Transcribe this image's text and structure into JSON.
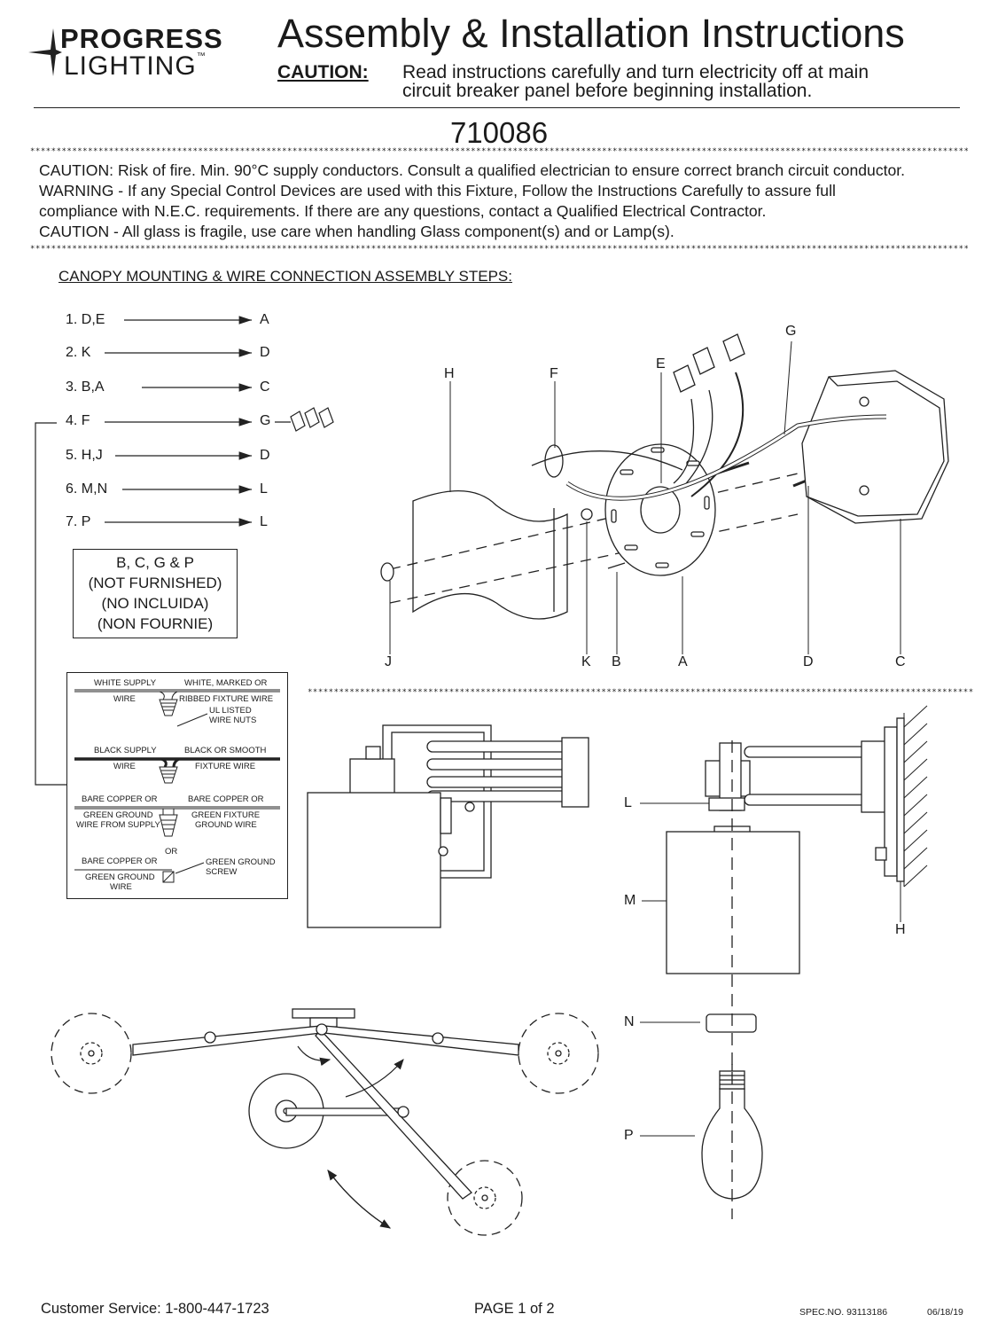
{
  "header": {
    "logo_line1": "PROGRESS",
    "logo_line2": "LIGHTING",
    "logo_tm": "™",
    "title": "Assembly & Installation Instructions",
    "caution_label": "CAUTION:",
    "caution_line1": "Read instructions carefully and turn electricity off at main",
    "caution_line2": "circuit breaker panel before beginning installation.",
    "model_number": "710086"
  },
  "separator_stars": "******************************************************************************************************************************************************************************************************************",
  "warnings": [
    "CAUTION: Risk of fire. Min. 90°C supply conductors. Consult a qualified electrician to ensure correct branch circuit conductor.",
    "WARNING - If any Special Control Devices are used with this Fixture, Follow the Instructions Carefully to assure full",
    "compliance with N.E.C. requirements. If there are any questions, contact a Qualified Electrical Contractor.",
    "CAUTION - All glass is fragile, use care when handling Glass component(s) and or Lamp(s)."
  ],
  "section_title": "CANOPY MOUNTING & WIRE CONNECTION ASSEMBLY STEPS:",
  "steps": [
    {
      "num": "1.",
      "parts": "D,E",
      "target": "A"
    },
    {
      "num": "2.",
      "parts": "K",
      "target": "D"
    },
    {
      "num": "3.",
      "parts": "B,A",
      "target": "C"
    },
    {
      "num": "4.",
      "parts": "F",
      "target": "G"
    },
    {
      "num": "5.",
      "parts": "H,J",
      "target": "D"
    },
    {
      "num": "6.",
      "parts": "M,N",
      "target": "L"
    },
    {
      "num": "7.",
      "parts": "P",
      "target": "L"
    }
  ],
  "not_furnished": {
    "line1": "B, C, G & P",
    "line2": "(NOT FURNISHED)",
    "line3": "(NO INCLUIDA)",
    "line4": "(NON FOURNIE)"
  },
  "wiring": {
    "white_supply": "WHITE SUPPLY",
    "white_wire": "WIRE",
    "white_marked": "WHITE, MARKED OR",
    "ribbed": "RIBBED FIXTURE WIRE",
    "ul_listed": "UL LISTED",
    "wire_nuts": "WIRE NUTS",
    "black_supply": "BLACK SUPPLY",
    "black_wire": "WIRE",
    "black_smooth": "BLACK OR SMOOTH",
    "fixture_wire": "FIXTURE WIRE",
    "bare_copper_l": "BARE COPPER OR",
    "green_ground_l": "GREEN GROUND",
    "from_supply": "WIRE FROM SUPPLY",
    "bare_copper_r": "BARE COPPER OR",
    "green_fixture": "GREEN FIXTURE",
    "ground_wire": "GROUND WIRE",
    "or": "OR",
    "bare_copper_b": "BARE COPPER OR",
    "green_ground_b": "GREEN GROUND",
    "wire_b": "WIRE",
    "green_screw1": "GREEN GROUND",
    "green_screw2": "SCREW"
  },
  "part_labels": {
    "H": "H",
    "F": "F",
    "E": "E",
    "G": "G",
    "J": "J",
    "K": "K",
    "B": "B",
    "A": "A",
    "D": "D",
    "C": "C",
    "L": "L",
    "M": "M",
    "N": "N",
    "P": "P",
    "H2": "H"
  },
  "footer": {
    "customer_service": "Customer Service: 1-800-447-1723",
    "page": "PAGE  1  of  2",
    "spec": "SPEC.NO.  93113186",
    "date": "06/18/19"
  }
}
